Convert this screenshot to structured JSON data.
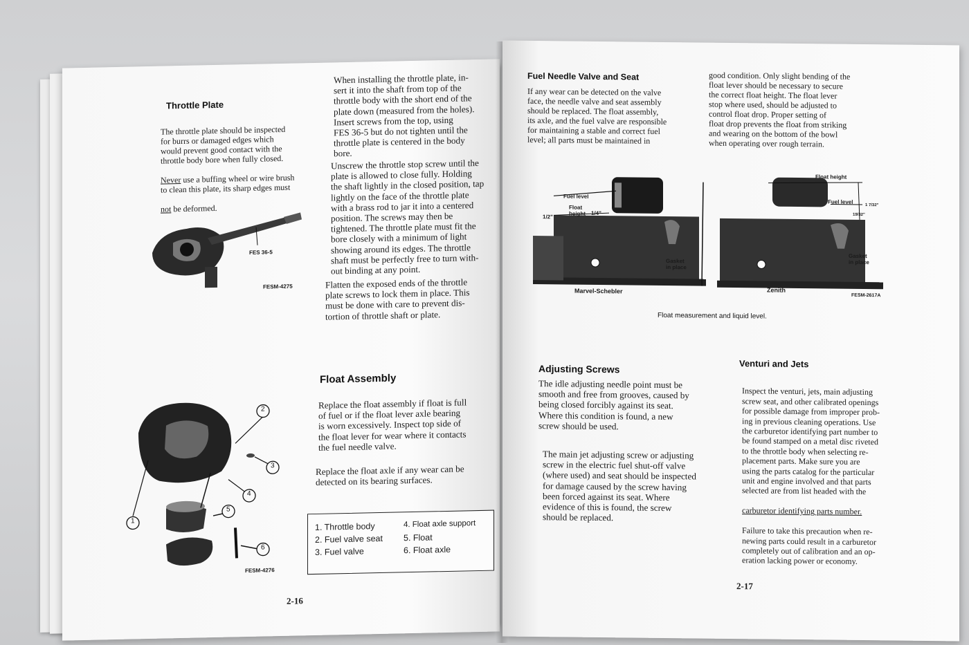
{
  "left_page": {
    "throttle_plate": {
      "heading": "Throttle Plate",
      "para1": "The throttle plate should be inspected\nfor burrs or damaged edges which\nwould prevent good contact with the\nthrottle body bore when fully closed.",
      "para1_never": "Never",
      "para1_rest": " use a buffing wheel or wire brush\nto clean this plate, its sharp edges must",
      "para1_not": "not",
      "para1_end": " be deformed.",
      "col2_para1": "When installing the throttle plate, in-\nsert it into the shaft from top of the\nthrottle body with the short end of the\nplate down (measured from the holes).\nInsert screws from the top, using\nFES 36-5 but do not tighten until the\nthrottle plate is centered in the body\nbore.",
      "col2_para2": "Unscrew the throttle stop screw until the\nplate is allowed to close fully. Holding\nthe shaft lightly in the closed position, tap\nlightly on the face of the throttle plate\nwith a brass rod to jar it into a centered\nposition.  The screws may then be\ntightened.  The throttle plate must fit the\nbore closely with a minimum of light\nshowing around its edges.  The throttle\nshaft must be perfectly free to turn with-\nout binding at any point.",
      "col2_para3": "Flatten the exposed ends of the throttle\nplate screws to lock them in place. This\nmust be done with care to prevent dis-\ntortion of throttle shaft or plate."
    },
    "figure1": {
      "tool_label": "FES 36-5",
      "fig_id": "FESM-4275"
    },
    "float_assembly": {
      "heading": "Float Assembly",
      "para1": "Replace the float assembly if float is full\nof fuel or if the float lever axle bearing\nis worn excessively.  Inspect top side of\nthe float lever for wear where it contacts\nthe fuel needle valve.",
      "para2": "Replace the float axle if any wear can be\ndetected on its bearing surfaces."
    },
    "figure2": {
      "fig_id": "FESM-4276",
      "callouts": [
        "2",
        "3",
        "4",
        "1",
        "5",
        "6"
      ]
    },
    "legend": {
      "items": [
        "1.  Throttle body",
        "2.  Fuel valve seat",
        "3.  Fuel valve",
        "4.  Float axle support",
        "5.  Float",
        "6.  Float axle"
      ]
    },
    "page_number": "2-16"
  },
  "right_page": {
    "fuel_needle": {
      "heading": "Fuel Needle Valve and Seat",
      "para1": "If any wear can be detected on the valve\nface, the needle valve and seat assembly\nshould be replaced.  The float assembly,\nits axle, and the fuel valve are responsible\nfor maintaining a stable and correct fuel\nlevel; all parts must be maintained in",
      "col2_para1": "good condition.  Only slight bending of the\nfloat lever should be necessary to secure\nthe correct float height.  The float lever\nstop where used, should be adjusted to\ncontrol float drop.  Proper setting of\nfloat drop prevents the float from striking\nand wearing on the bottom of the bowl\nwhen operating over rough terrain."
    },
    "diagram": {
      "labels_left": {
        "fuel_level": "Fuel level",
        "float_height": "Float\nheight",
        "quarter": "1/4\"",
        "half": "1/2\"",
        "gasket": "Gasket\nin place",
        "name": "Marvel-Schebler"
      },
      "labels_right": {
        "float_height": "Float height",
        "fuel_level": "Fuel level",
        "dim1": "1 7/32\"",
        "dim2": "19/32\"",
        "gasket": "Gasket\nin place",
        "name": "Zenith"
      },
      "fig_id": "FESM-2617A",
      "caption": "Float measurement and liquid level."
    },
    "adjusting_screws": {
      "heading": "Adjusting Screws",
      "para1": "The idle adjusting needle point must be\nsmooth and free from grooves, caused by\nbeing closed forcibly against its seat.\nWhere this condition is found, a new\nscrew should be used.",
      "para2": "The main jet adjusting screw or adjusting\nscrew in the electric fuel shut-off valve\n(where used) and seat should be inspected\nfor damage caused by the screw having\nbeen forced against its seat.  Where\nevidence of this is found, the screw\nshould be replaced."
    },
    "venturi": {
      "heading": "Venturi and Jets",
      "para1": "Inspect the venturi, jets, main adjusting\nscrew seat, and other calibrated openings\nfor possible damage from improper prob-\ning in previous cleaning operations.  Use\nthe carburetor identifying part number to\nbe found stamped on a metal disc riveted\nto the throttle body when selecting re-\nplacement parts.   Make sure you are\nusing the parts catalog for the particular\nunit and engine involved and that parts\nselected are from list headed with the",
      "para1_ul": "carburetor identifying parts number.",
      "para1_end": "Failure to take this precaution when re-\nnewing parts could result in a carburetor\ncompletely out of calibration and an op-\neration lacking power or economy."
    },
    "page_number": "2-17"
  }
}
